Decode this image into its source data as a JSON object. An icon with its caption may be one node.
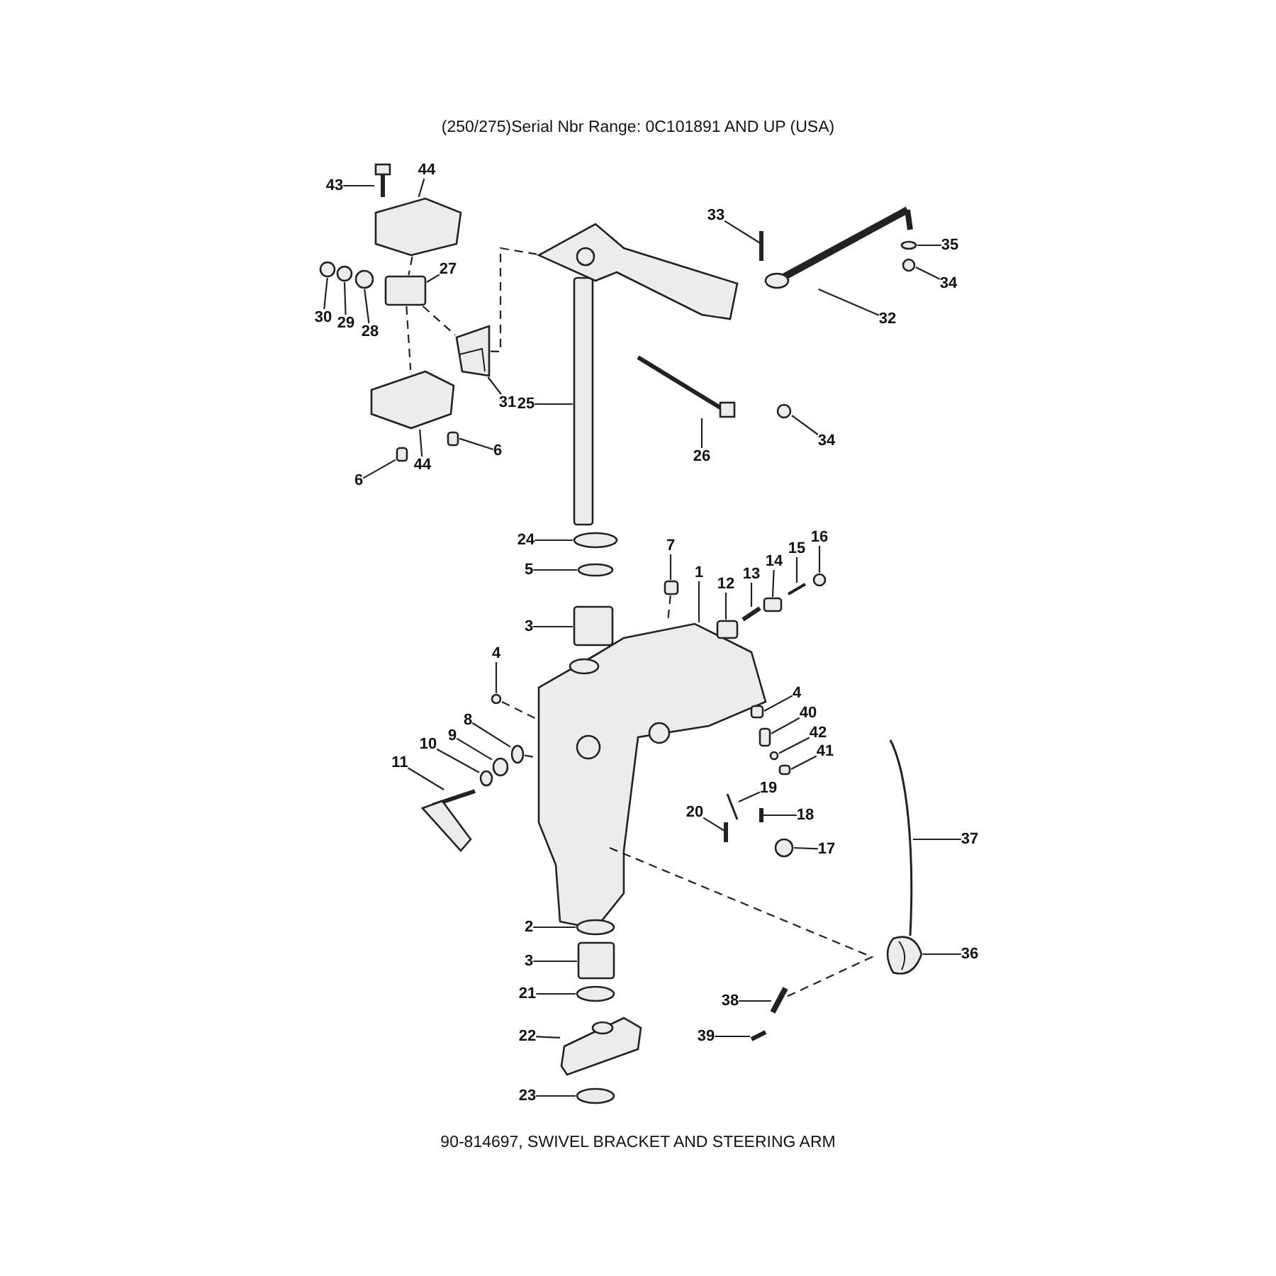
{
  "diagram": {
    "title": "(250/275)Serial Nbr Range: 0C101891 AND UP (USA)",
    "caption": "90-814697, SWIVEL BRACKET AND STEERING ARM",
    "nodes": [
      {
        "text": [
          "43"
        ]
      },
      {
        "text": [
          "44"
        ]
      },
      {
        "text": [
          "27"
        ]
      },
      {
        "text": [
          "30"
        ]
      },
      {
        "text": [
          "29"
        ]
      },
      {
        "text": [
          "28"
        ]
      },
      {
        "text": [
          "31"
        ]
      },
      {
        "text": [
          "25"
        ]
      },
      {
        "text": [
          "44"
        ]
      },
      {
        "text": [
          "6"
        ]
      },
      {
        "text": [
          "6"
        ]
      },
      {
        "text": [
          "33"
        ]
      },
      {
        "text": [
          "35"
        ]
      },
      {
        "text": [
          "34"
        ]
      },
      {
        "text": [
          "32"
        ]
      },
      {
        "text": [
          "26"
        ]
      },
      {
        "text": [
          "34"
        ]
      },
      {
        "text": [
          "24"
        ]
      },
      {
        "text": [
          "5"
        ]
      },
      {
        "text": [
          "7"
        ]
      },
      {
        "text": [
          "1"
        ]
      },
      {
        "text": [
          "12"
        ]
      },
      {
        "text": [
          "13"
        ]
      },
      {
        "text": [
          "14"
        ]
      },
      {
        "text": [
          "15"
        ]
      },
      {
        "text": [
          "16"
        ]
      },
      {
        "text": [
          "3"
        ]
      },
      {
        "text": [
          "4"
        ]
      },
      {
        "text": [
          "4"
        ]
      },
      {
        "text": [
          "40"
        ]
      },
      {
        "text": [
          "42"
        ]
      },
      {
        "text": [
          "41"
        ]
      },
      {
        "text": [
          "8"
        ]
      },
      {
        "text": [
          "9"
        ]
      },
      {
        "text": [
          "10"
        ]
      },
      {
        "text": [
          "11"
        ]
      },
      {
        "text": [
          "19"
        ]
      },
      {
        "text": [
          "18"
        ]
      },
      {
        "text": [
          "20"
        ]
      },
      {
        "text": [
          "17"
        ]
      },
      {
        "text": [
          "37"
        ]
      },
      {
        "text": [
          "2"
        ]
      },
      {
        "text": [
          "3"
        ]
      },
      {
        "text": [
          "21"
        ]
      },
      {
        "text": [
          "22"
        ]
      },
      {
        "text": [
          "23"
        ]
      },
      {
        "text": [
          "36"
        ]
      },
      {
        "text": [
          "38"
        ]
      },
      {
        "text": [
          "39"
        ]
      },
      {
        "text": [],
        "shape": "picture"
      },
      {
        "text": [],
        "shape": "picture"
      },
      {
        "text": [],
        "shape": "box"
      },
      {
        "text": [],
        "shape": "circle"
      },
      {
        "text": [],
        "shape": "circle"
      },
      {
        "text": [],
        "shape": "circle"
      },
      {
        "text": [],
        "shape": "picture"
      },
      {
        "text": [],
        "shape": "box"
      },
      {
        "text": [],
        "shape": "picture"
      },
      {
        "text": [],
        "shape": "box"
      },
      {
        "text": [],
        "shape": "box"
      },
      {
        "text": [],
        "shape": "bar"
      },
      {
        "text": [],
        "shape": "circle"
      },
      {
        "text": [],
        "shape": "circle"
      },
      {
        "text": [],
        "shape": "picture"
      },
      {
        "text": [],
        "shape": "picture"
      },
      {
        "text": [],
        "shape": "circle"
      },
      {
        "text": [],
        "shape": "circle"
      },
      {
        "text": [],
        "shape": "circle"
      },
      {
        "text": [],
        "shape": "box"
      },
      {
        "text": [],
        "shape": "picture"
      },
      {
        "text": [],
        "shape": "box"
      },
      {
        "text": [],
        "shape": "bar"
      },
      {
        "text": [],
        "shape": "box"
      },
      {
        "text": [],
        "shape": "bar"
      },
      {
        "text": [],
        "shape": "circle"
      },
      {
        "text": [],
        "shape": "box"
      },
      {
        "text": [],
        "shape": "circle"
      },
      {
        "text": [],
        "shape": "box"
      },
      {
        "text": [],
        "shape": "box"
      },
      {
        "text": [],
        "shape": "circle"
      },
      {
        "text": [],
        "shape": "box"
      },
      {
        "text": [],
        "shape": "circle"
      },
      {
        "text": [],
        "shape": "circle"
      },
      {
        "text": [],
        "shape": "circle"
      },
      {
        "text": [],
        "shape": "picture"
      },
      {
        "text": [],
        "shape": "bar"
      },
      {
        "text": [],
        "shape": "bar"
      },
      {
        "text": [],
        "shape": "bar"
      },
      {
        "text": [],
        "shape": "circle"
      },
      {
        "text": [],
        "shape": "picture"
      },
      {
        "text": [],
        "shape": "circle"
      },
      {
        "text": [],
        "shape": "box"
      },
      {
        "text": [],
        "shape": "circle"
      },
      {
        "text": [],
        "shape": "picture"
      },
      {
        "text": [],
        "shape": "circle"
      },
      {
        "text": [],
        "shape": "picture"
      },
      {
        "text": [],
        "shape": "bar"
      },
      {
        "text": [],
        "shape": "bar"
      },
      {
        "text": [],
        "shape": "picture"
      }
    ],
    "edges": [
      {
        "from": 0,
        "to": 49,
        "arrow": "none"
      },
      {
        "from": 1,
        "to": 50,
        "arrow": "none"
      },
      {
        "from": 2,
        "to": 51,
        "arrow": "none"
      },
      {
        "from": 3,
        "to": 52,
        "arrow": "none"
      },
      {
        "from": 4,
        "to": 53,
        "arrow": "none"
      },
      {
        "from": 5,
        "to": 54,
        "arrow": "none"
      },
      {
        "from": 6,
        "to": 55,
        "arrow": "none"
      },
      {
        "from": 7,
        "to": 56,
        "arrow": "none"
      },
      {
        "from": 8,
        "to": 57,
        "arrow": "none"
      },
      {
        "from": 9,
        "to": 58,
        "arrow": "none"
      },
      {
        "from": 10,
        "to": 59,
        "arrow": "none"
      },
      {
        "from": 11,
        "to": 60,
        "arrow": "none"
      },
      {
        "from": 12,
        "to": 61,
        "arrow": "none"
      },
      {
        "from": 13,
        "to": 62,
        "arrow": "none"
      },
      {
        "from": 14,
        "to": 63,
        "arrow": "none"
      },
      {
        "from": 15,
        "to": 64,
        "arrow": "none"
      },
      {
        "from": 16,
        "to": 65,
        "arrow": "none"
      },
      {
        "from": 17,
        "to": 66,
        "arrow": "none"
      },
      {
        "from": 18,
        "to": 67,
        "arrow": "none"
      },
      {
        "from": 19,
        "to": 68,
        "arrow": "none"
      },
      {
        "from": 20,
        "to": 69,
        "arrow": "none"
      },
      {
        "from": 21,
        "to": 70,
        "arrow": "none"
      },
      {
        "from": 22,
        "to": 71,
        "arrow": "none"
      },
      {
        "from": 23,
        "to": 72,
        "arrow": "none"
      },
      {
        "from": 24,
        "to": 73,
        "arrow": "none"
      },
      {
        "from": 25,
        "to": 74,
        "arrow": "none"
      },
      {
        "from": 26,
        "to": 75,
        "arrow": "none"
      },
      {
        "from": 27,
        "to": 76,
        "arrow": "none"
      },
      {
        "from": 28,
        "to": 77,
        "arrow": "none"
      },
      {
        "from": 29,
        "to": 78,
        "arrow": "none"
      },
      {
        "from": 30,
        "to": 79,
        "arrow": "none"
      },
      {
        "from": 31,
        "to": 80,
        "arrow": "none"
      },
      {
        "from": 32,
        "to": 81,
        "arrow": "none"
      },
      {
        "from": 33,
        "to": 82,
        "arrow": "none"
      },
      {
        "from": 34,
        "to": 83,
        "arrow": "none"
      },
      {
        "from": 35,
        "to": 84,
        "arrow": "none"
      },
      {
        "from": 36,
        "to": 85,
        "arrow": "none"
      },
      {
        "from": 37,
        "to": 86,
        "arrow": "none"
      },
      {
        "from": 38,
        "to": 87,
        "arrow": "none"
      },
      {
        "from": 39,
        "to": 88,
        "arrow": "none"
      },
      {
        "from": 40,
        "to": 89,
        "arrow": "none"
      },
      {
        "from": 41,
        "to": 90,
        "arrow": "none"
      },
      {
        "from": 42,
        "to": 91,
        "arrow": "none"
      },
      {
        "from": 43,
        "to": 92,
        "arrow": "none"
      },
      {
        "from": 44,
        "to": 93,
        "arrow": "none"
      },
      {
        "from": 45,
        "to": 94,
        "arrow": "none"
      },
      {
        "from": 46,
        "to": 95,
        "arrow": "none"
      },
      {
        "from": 47,
        "to": 96,
        "arrow": "none"
      },
      {
        "from": 48,
        "to": 97,
        "arrow": "none"
      },
      {
        "from": 50,
        "to": 51,
        "arrow": "none",
        "style": "dashed"
      },
      {
        "from": 51,
        "to": 57,
        "arrow": "none",
        "style": "dashed"
      },
      {
        "from": 51,
        "to": 55,
        "arrow": "none",
        "style": "dashed"
      },
      {
        "from": 55,
        "to": 98,
        "arrow": "none",
        "style": "dashed"
      },
      {
        "from": 68,
        "to": 69,
        "arrow": "none",
        "style": "dashed"
      },
      {
        "from": 76,
        "to": 69,
        "arrow": "none",
        "style": "dashed"
      },
      {
        "from": 81,
        "to": 69,
        "arrow": "none",
        "style": "dashed"
      },
      {
        "from": 69,
        "to": 96,
        "arrow": "none",
        "style": "dashed"
      }
    ]
  }
}
